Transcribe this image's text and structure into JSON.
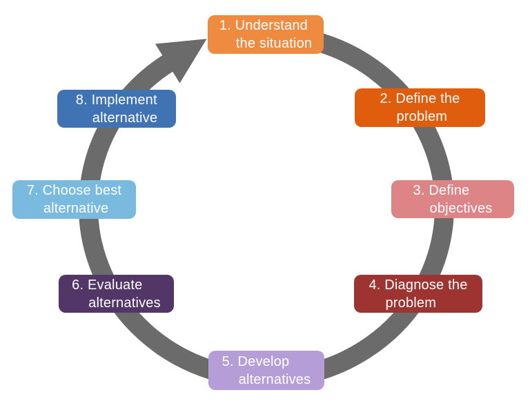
{
  "diagram": {
    "type": "cycle",
    "ring": {
      "icon": "clockwise-cycle-arrow",
      "color": "#6B6B6B"
    },
    "text_color": "#FFFFFF",
    "steps": [
      {
        "id": 1,
        "line1": "1. Understand",
        "line2": "the situation",
        "label": "1. Understand the situation",
        "color": "#EF8A41",
        "position": "top"
      },
      {
        "id": 2,
        "line1": "2. Define the",
        "line2": "problem",
        "label": "2. Define the problem",
        "color": "#E15D0E",
        "position": "upper-right"
      },
      {
        "id": 3,
        "line1": "3. Define",
        "line2": "objectives",
        "label": "3. Define objectives",
        "color": "#DD8486",
        "position": "right"
      },
      {
        "id": 4,
        "line1": "4. Diagnose the",
        "line2": "problem",
        "label": "4. Diagnose the problem",
        "color": "#9D3431",
        "position": "lower-right"
      },
      {
        "id": 5,
        "line1": "5. Develop",
        "line2": "alternatives",
        "label": "5. Develop alternatives",
        "color": "#B59DD8",
        "position": "bottom"
      },
      {
        "id": 6,
        "line1": "6. Evaluate",
        "line2": "alternatives",
        "label": "6. Evaluate alternatives",
        "color": "#533668",
        "position": "lower-left"
      },
      {
        "id": 7,
        "line1": "7. Choose best",
        "line2": "alternative",
        "label": "7. Choose best alternative",
        "color": "#7ABADF",
        "position": "left"
      },
      {
        "id": 8,
        "line1": "8. Implement",
        "line2": "alternative",
        "label": "8. Implement alternative",
        "color": "#4073B3",
        "position": "upper-left"
      }
    ]
  }
}
